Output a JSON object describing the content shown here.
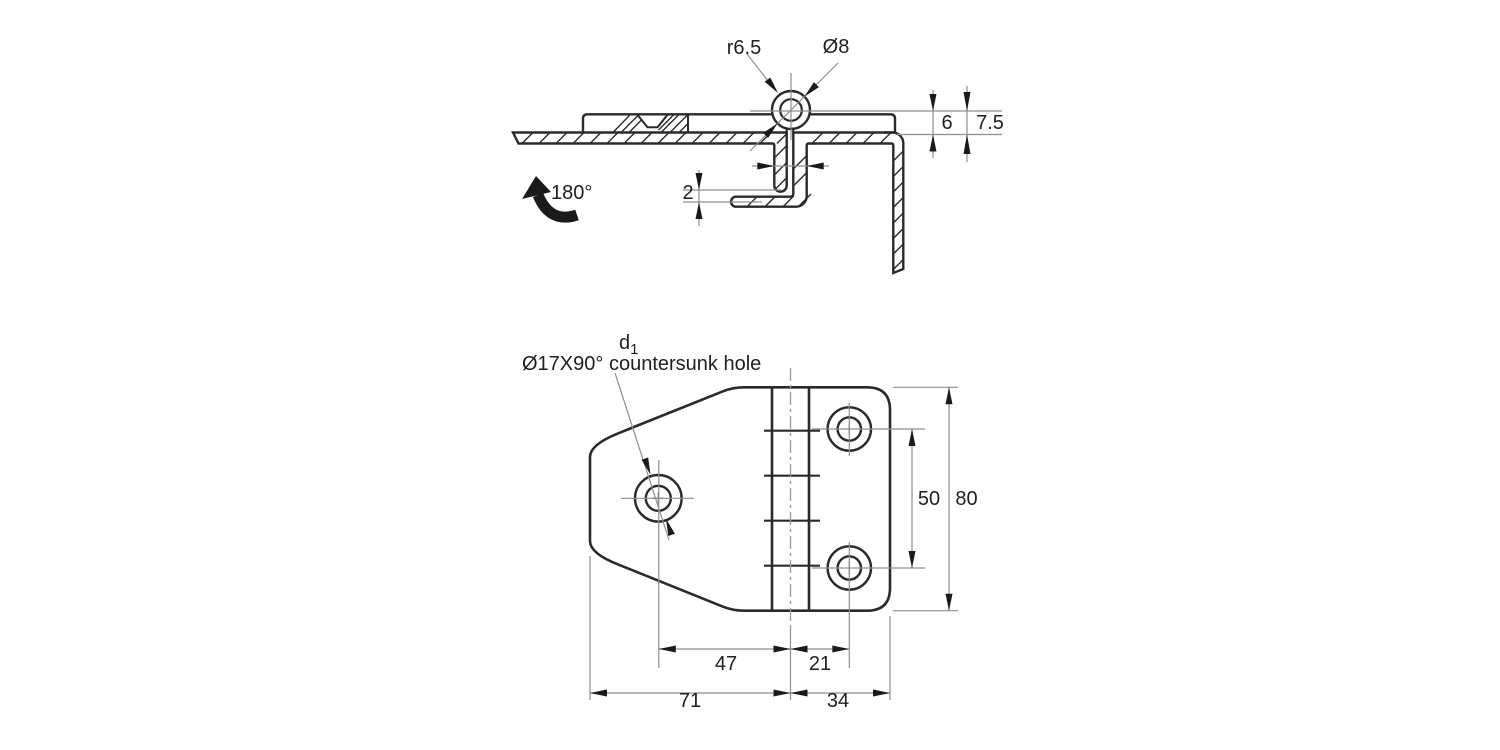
{
  "side_view": {
    "radius_label": "r6.5",
    "pin_hole_label": "Ø8",
    "offset_label": "6",
    "total_offset_label": "7.5",
    "thickness_label": "2",
    "rotation_label": "180°"
  },
  "plan_view": {
    "hole_ref_base": "d",
    "hole_ref_sub": "1",
    "hole_note": "Ø17X90° countersunk hole",
    "hole_pitch_label": "50",
    "height_label": "80",
    "hole_to_pin_label": "47",
    "pin_to_hole_label": "21",
    "left_leaf_width_label": "71",
    "right_leaf_width_label": "34"
  },
  "colors": {
    "outline": "#2a2a2a",
    "thin_line": "#8f8f8f",
    "text": "#1f1f1f"
  }
}
